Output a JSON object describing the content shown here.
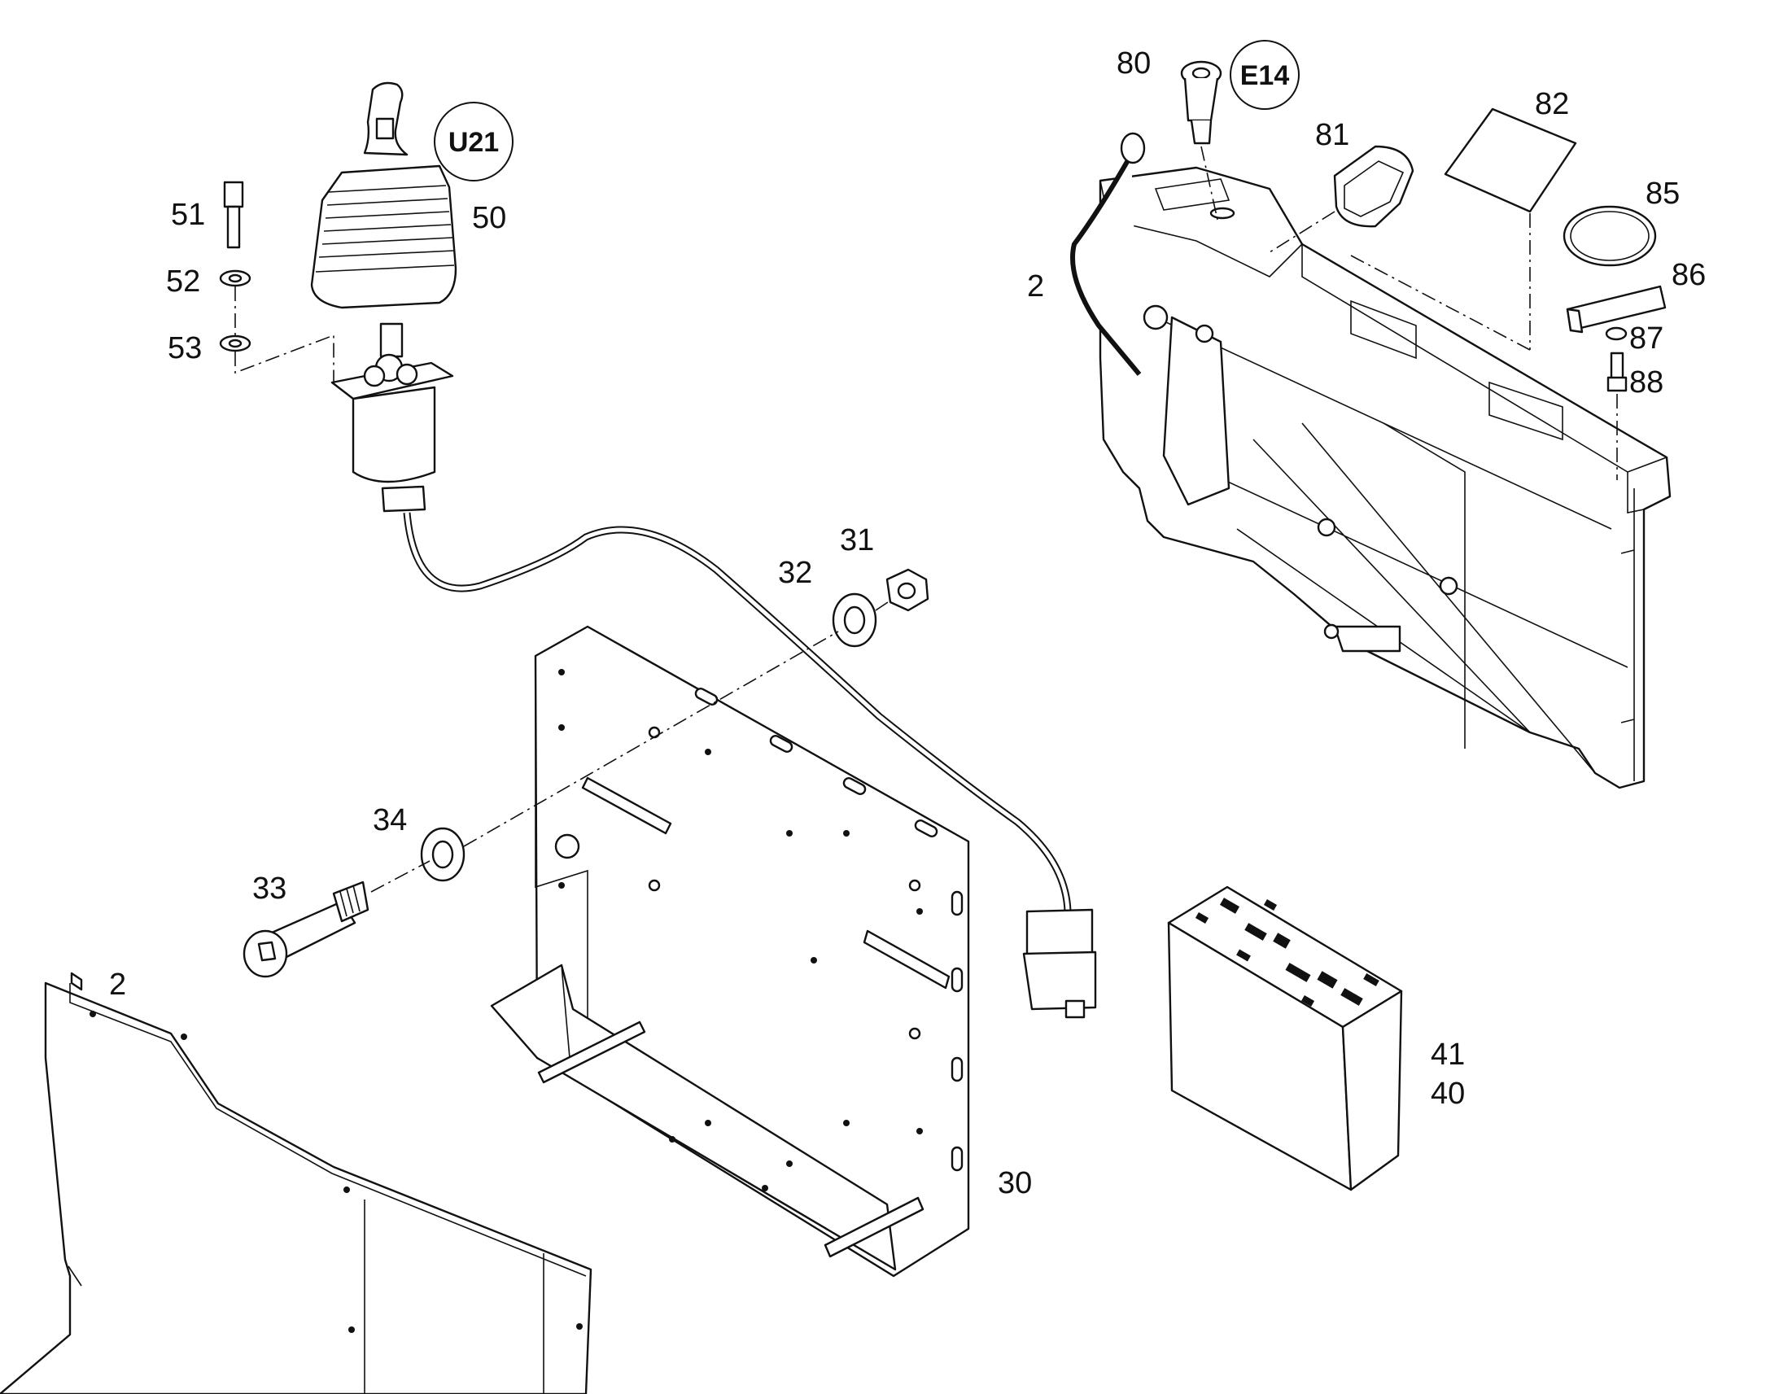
{
  "callouts": {
    "c80": "80",
    "c81": "81",
    "c82": "82",
    "c85": "85",
    "c86": "86",
    "c87": "87",
    "c88": "88",
    "c2_top": "2",
    "c2_bottom": "2",
    "c51": "51",
    "c52": "52",
    "c53": "53",
    "c50": "50",
    "c31": "31",
    "c32": "32",
    "c34": "34",
    "c33": "33",
    "c30": "30",
    "c41": "41",
    "c40": "40"
  },
  "circled_labels": {
    "u21": "U21",
    "e14": "E14"
  },
  "colors": {
    "ink": "#111111",
    "paper": "#ffffff"
  }
}
